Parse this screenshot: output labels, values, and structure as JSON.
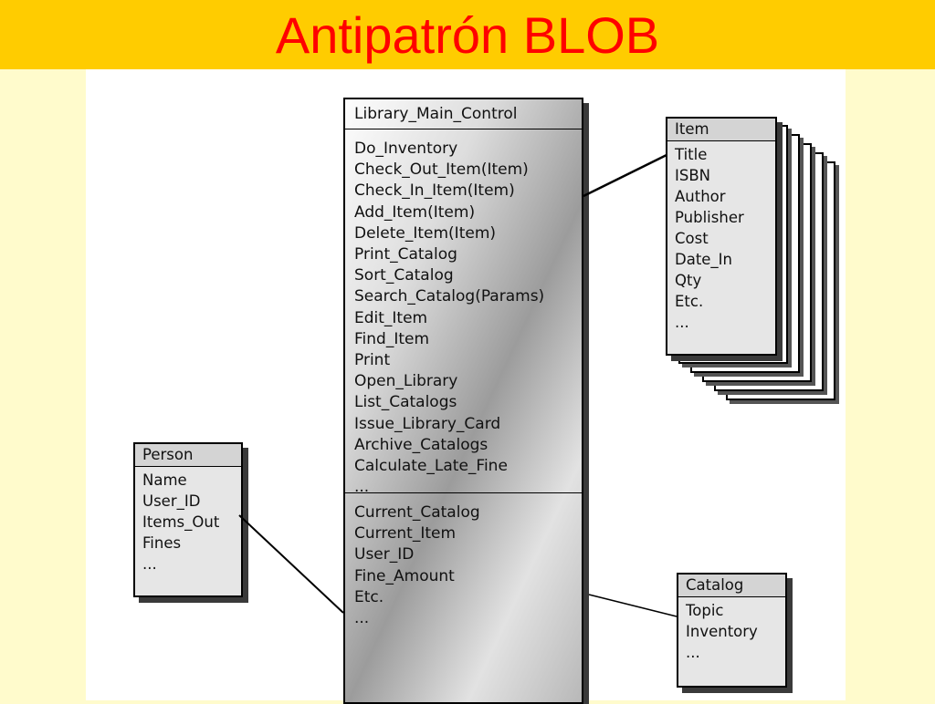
{
  "slide": {
    "title": "Antipatrón BLOB"
  },
  "colors": {
    "title_bar": "#FFCC00",
    "title_text": "#FF0000",
    "background": "#FFFBCC",
    "panel": "#FFFFFF"
  },
  "classes": {
    "main": {
      "name": "Library_Main_Control",
      "operations": [
        "Do_Inventory",
        "Check_Out_Item(Item)",
        "Check_In_Item(Item)",
        "Add_Item(Item)",
        "Delete_Item(Item)",
        "Print_Catalog",
        "Sort_Catalog",
        "Search_Catalog(Params)",
        "Edit_Item",
        "Find_Item",
        "Print",
        "Open_Library",
        "List_Catalogs",
        "Issue_Library_Card",
        "Archive_Catalogs",
        "Calculate_Late_Fine",
        "..."
      ],
      "attributes": [
        "Current_Catalog",
        "Current_Item",
        "User_ID",
        "Fine_Amount",
        "Etc.",
        "..."
      ]
    },
    "item": {
      "name": "Item",
      "attributes": [
        "Title",
        "ISBN",
        "Author",
        "Publisher",
        "Cost",
        "Date_In",
        "Qty",
        "Etc.",
        "..."
      ]
    },
    "person": {
      "name": "Person",
      "attributes": [
        "Name",
        "User_ID",
        "Items_Out",
        "Fines",
        "..."
      ]
    },
    "catalog": {
      "name": "Catalog",
      "attributes": [
        "Topic",
        "Inventory",
        "..."
      ]
    }
  }
}
